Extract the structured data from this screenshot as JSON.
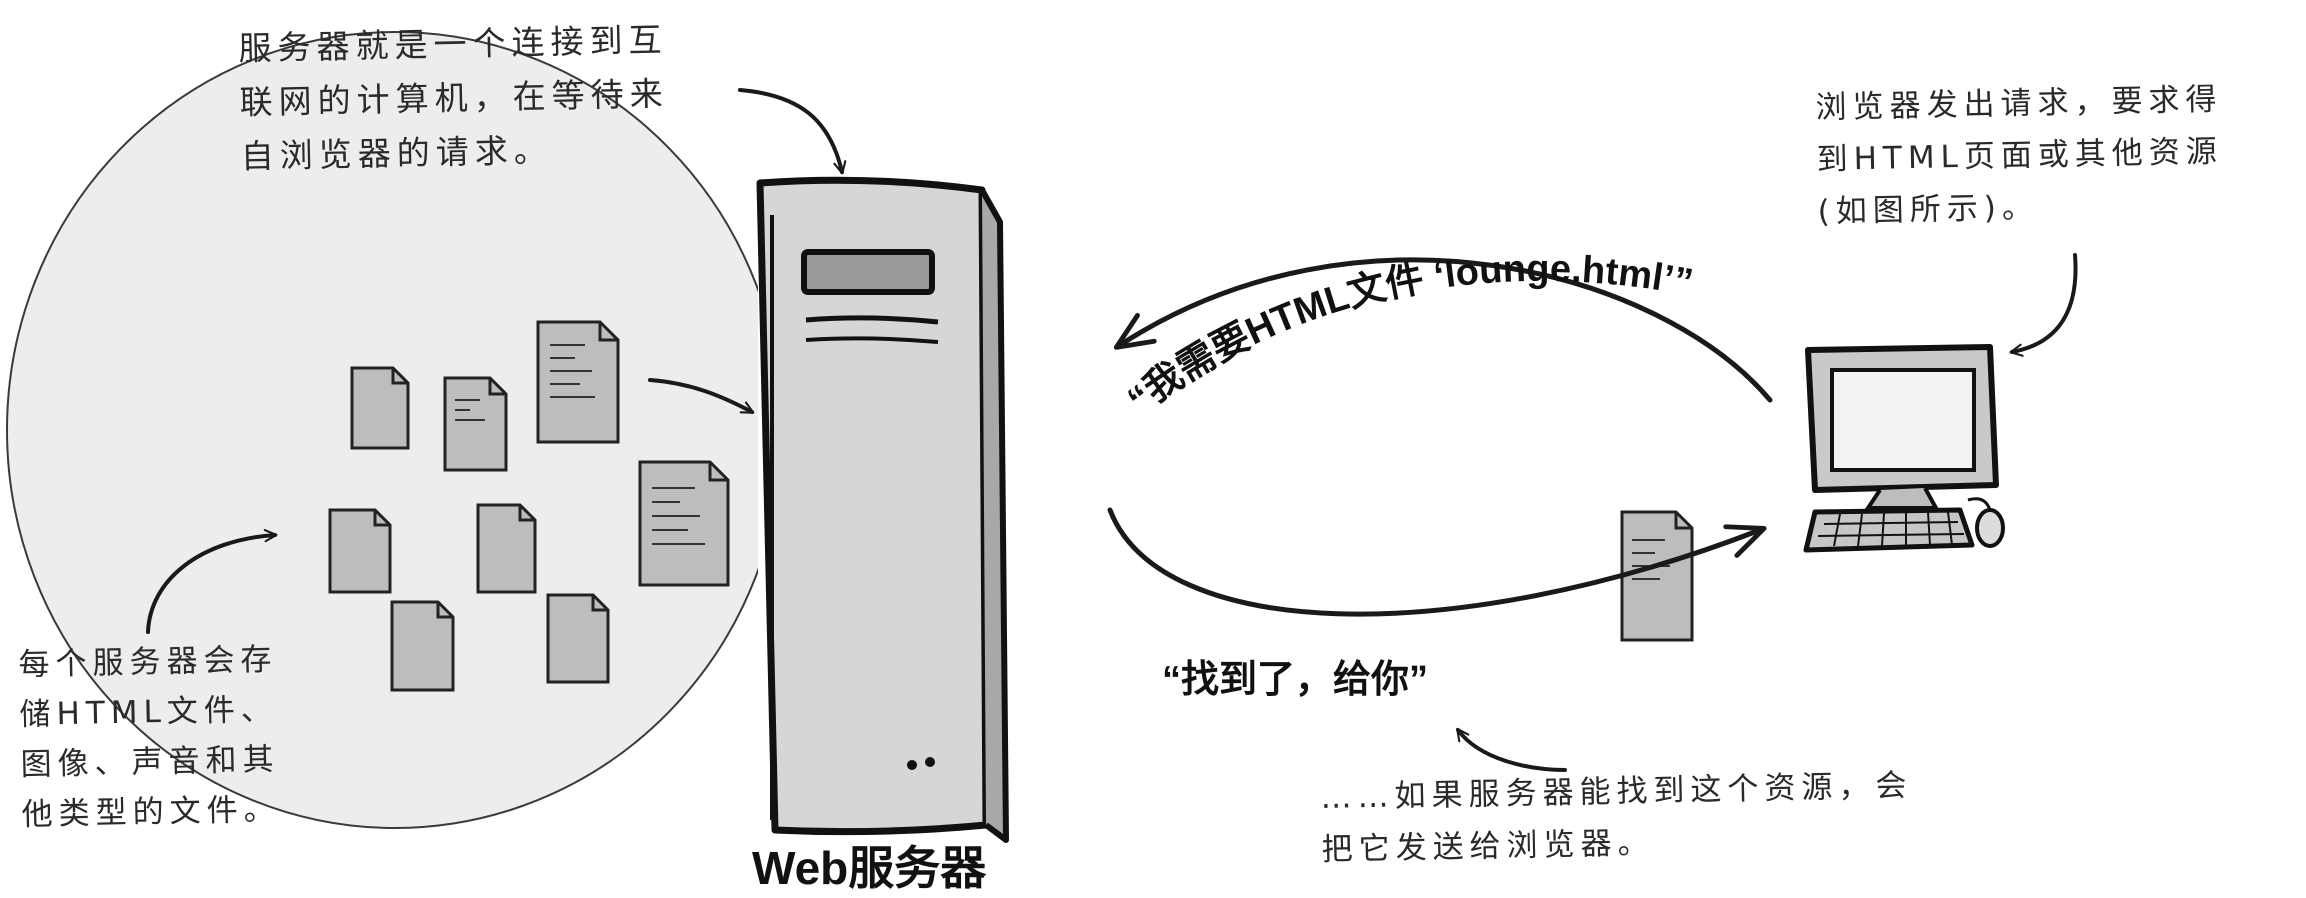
{
  "annotations": {
    "server_note": "服务器就是一个连接到互\n联网的计算机，在等待来\n自浏览器的请求。",
    "browser_note": "浏览器发出请求，要求得\n到HTML页面或其他资源\n(如图所示)。",
    "storage_note": "每个服务器会存\n储HTML文件、\n图像、声音和其\n他类型的文件。",
    "found_note": "……如果服务器能找到这个资源，会\n把它发送给浏览器。"
  },
  "labels": {
    "server": "Web服务器",
    "request_quote": "“我需要HTML文件 ‘lounge.html’”",
    "response_quote": "“找到了，给你”"
  },
  "colors": {
    "ink": "#1a1a1a",
    "circle_fill": "#ededed",
    "server_fill": "#d8d8d8",
    "file_fill": "#bdbdbd",
    "screen_fill": "#f2f2f2"
  }
}
